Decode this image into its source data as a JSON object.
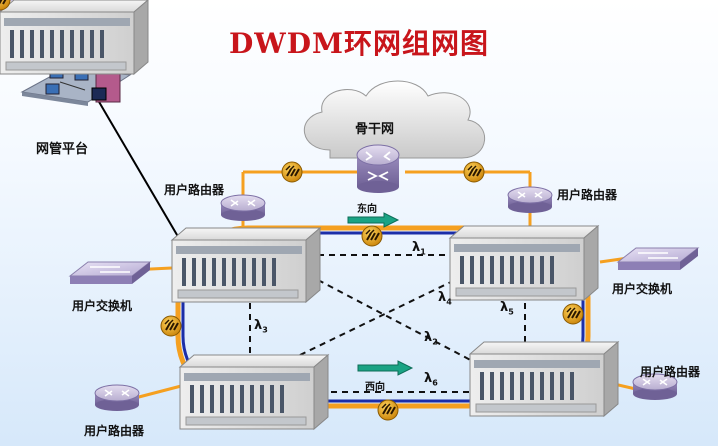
{
  "title": "DWDM环网组网图",
  "labels": {
    "management": "网管平台",
    "backbone": "骨干网",
    "router_tl": "用户路由器",
    "router_tr": "用户路由器",
    "router_br": "用户路由器",
    "router_bl": "用户路由器",
    "switch_l": "用户交换机",
    "switch_r": "用户交换机",
    "east": "东向",
    "west": "西向"
  },
  "wavelengths": [
    {
      "symbol": "λ",
      "sub": "1"
    },
    {
      "symbol": "λ",
      "sub": "2"
    },
    {
      "symbol": "λ",
      "sub": "3"
    },
    {
      "symbol": "λ",
      "sub": "4"
    },
    {
      "symbol": "λ",
      "sub": "5"
    },
    {
      "symbol": "λ",
      "sub": "6"
    }
  ],
  "colors": {
    "title": "#c8151b",
    "fiber_orange": "#f5a020",
    "fiber_blue": "#1c2ea8",
    "arrow": "#1aa384",
    "dashed": "#111111"
  },
  "icons": [
    "computer-icon",
    "router-icon",
    "switch-icon",
    "dwdm-node-icon",
    "fiber-node-icon",
    "cloud-icon"
  ]
}
